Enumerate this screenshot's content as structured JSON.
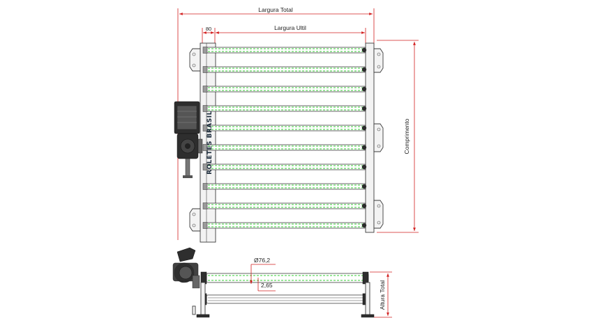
{
  "dimensions": {
    "largura_total": "Largura Total",
    "largura_util": "Largura Ultil",
    "offset": "80",
    "comprimento": "Comprimento",
    "diametro": "Ø76,2",
    "espessura": "2,65",
    "altura_total": "Altura Total"
  },
  "brand": "ROLETES BRASIL",
  "roller_rows": 10,
  "colors": {
    "dimension": "#d21f1f",
    "outline": "#333333",
    "roller_highlight": "#33cc33",
    "motor": "#2e2e2e"
  }
}
